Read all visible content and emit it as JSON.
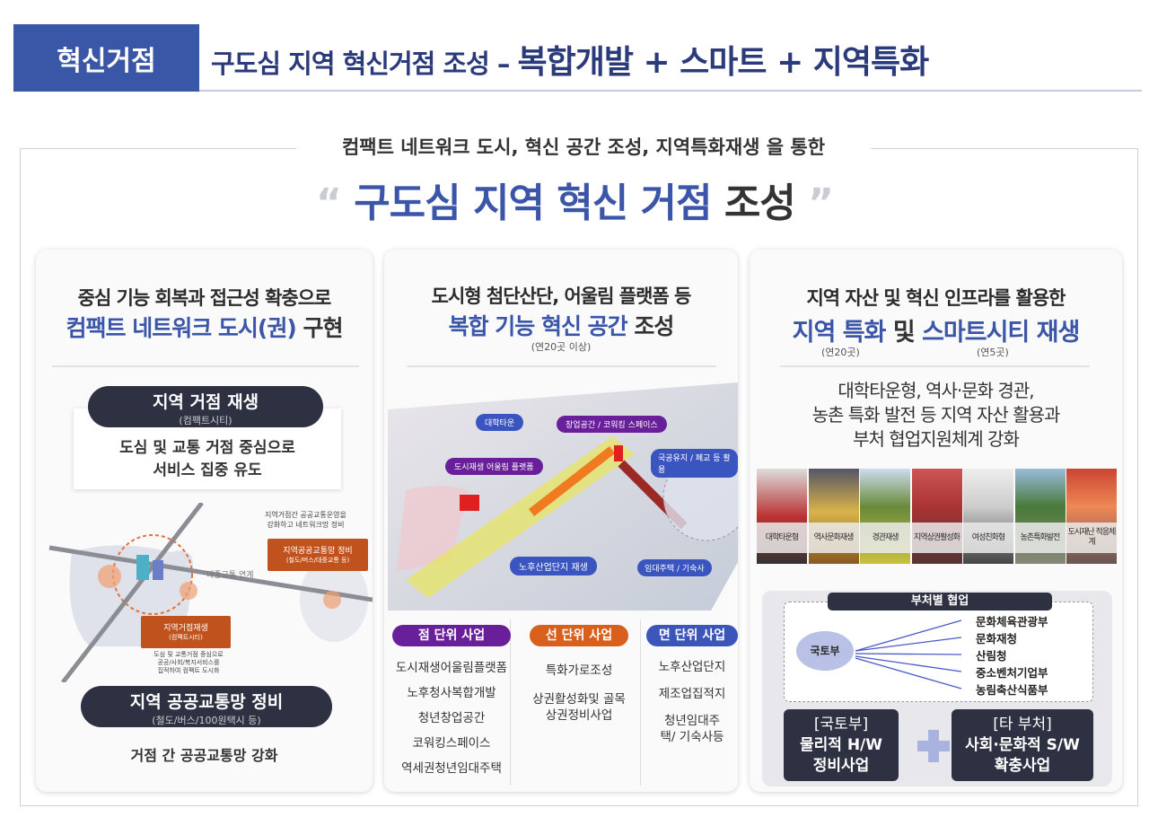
{
  "header": {
    "badge": "혁신거점",
    "title_prefix": "구도심 지역 혁신거점 조성 – ",
    "title_emphasis": "복합개발 + 스마트 + 지역특화"
  },
  "intro": {
    "subtitle": "컴팩트 네트워크 도시, 혁신 공간 조성, 지역특화재생 을 통한",
    "quote_open": "“",
    "title_blue": "구도심 지역 혁신 거점",
    "title_dark": "조성",
    "quote_close": "”"
  },
  "left": {
    "heading1": "중심 기능 회복과 접근성 확충으로",
    "heading2_blue": "컴팩트 네트워크 도시(권)",
    "heading2_dark": "구현",
    "block1": {
      "title": "지역 거점 재생",
      "sub": "(컴팩트시티)",
      "desc1": "도심 및 교통 거점 중심으로",
      "desc2": "서비스 집중 유도"
    },
    "map": {
      "note1": "지역거점간 공공교통운영을",
      "note2": "강화하고 네트워크망 정비",
      "callout_transit": "지역공공교통망 정비",
      "callout_transit_sub": "(철도/버스/대중교통 등)",
      "link_label": "대중교통 연계",
      "callout_hub": "지역거점재생",
      "callout_hub_sub": "(컴팩트시티)",
      "desc1": "도심 및 교통거점 중심으로",
      "desc2": "공공/사회/복지서비스를",
      "desc3": "집적하여 컴팩트 도시화"
    },
    "block2": {
      "title": "지역 공공교통망 정비",
      "sub": "(철도/버스/100원택시 등)",
      "desc": "거점 간 공공교통망 강화"
    }
  },
  "middle": {
    "heading1": "도시형 첨단산단, 어울림 플랫폼 등",
    "heading2_blue": "복합 기능 혁신 공간",
    "heading2_dark": "조성",
    "note": "(연20곳 이상)",
    "map_labels": [
      "대학타운",
      "창업공간 / 코워킹 스페이스",
      "도시재생 어울림 플랫폼",
      "국공유지 / 폐교 등 활용",
      "노후산업단지 재생",
      "임대주택 / 기숙사"
    ],
    "columns": [
      {
        "tag": "점 단위 사업",
        "color": "#6a1f9a",
        "items": [
          "도시재생어울림플랫폼",
          "노후청사복합개발",
          "청년창업공간",
          "코워킹스페이스",
          "역세권청년임대주택"
        ]
      },
      {
        "tag": "선 단위 사업",
        "color": "#d9601c",
        "items": [
          "특화가로조성",
          "상권활성화및 골목 상권정비사업"
        ]
      },
      {
        "tag": "면 단위 사업",
        "color": "#3b55b8",
        "items": [
          "노후산업단지",
          "제조업집적지",
          "청년임대주택/ 기숙사등"
        ]
      }
    ]
  },
  "right": {
    "heading1": "지역 자산 및 혁신 인프라를 활용한",
    "heading2_a": "지역 특화",
    "heading2_mid": "및",
    "heading2_b": "스마트시티 재생",
    "note_a": "(연20곳)",
    "note_b": "(연5곳)",
    "desc": [
      "대학타운형, 역사·문화 경관,",
      "농촌 특화 발전 등 지역 자산 활용과",
      "부처 협업지원체계 강화"
    ],
    "photos": [
      "대학타운형",
      "역사문화재생",
      "경관재생",
      "지역상권활성화",
      "여성친화형",
      "농촌특화발전",
      "도시재난 적응체계"
    ],
    "collab": {
      "title": "부처별 협업",
      "hub": "국토부",
      "ministries": [
        "문화체육관광부",
        "문화재청",
        "산림청",
        "중소벤처기업부",
        "농림축산식품부"
      ],
      "box_left": {
        "line1": "[국토부]",
        "line2": "물리적 H/W",
        "line3": "정비사업"
      },
      "box_right": {
        "line1": "[타 부처]",
        "line2": "사회·문화적 S/W",
        "line3": "확충사업"
      }
    }
  },
  "colors": {
    "brand_blue": "#3a56a6",
    "title_navy": "#2b3a7a",
    "accent_blue": "#3b55a8",
    "dark_pill": "#2d3142",
    "callout_orange": "#c0531d"
  }
}
